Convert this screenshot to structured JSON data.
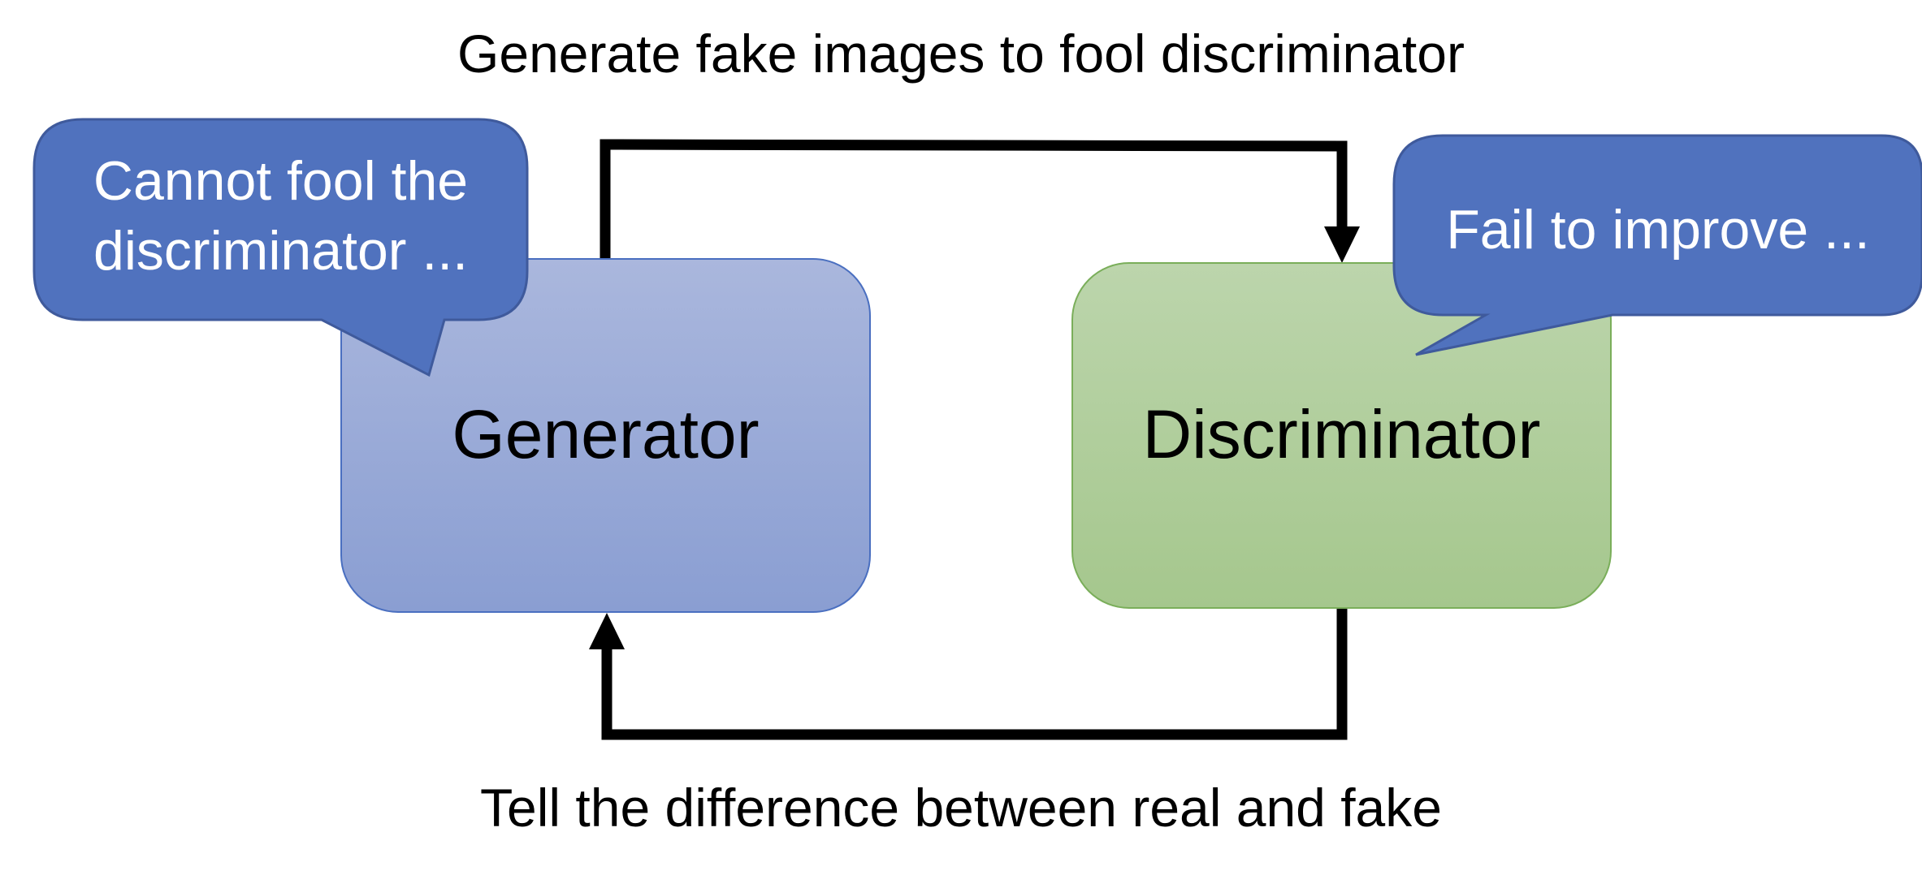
{
  "top_caption": "Generate fake images to fool discriminator",
  "bottom_caption": "Tell the difference between real and fake",
  "generator": {
    "label": "Generator"
  },
  "discriminator": {
    "label": "Discriminator"
  },
  "generator_callout": {
    "line1": "Cannot fool the",
    "line2": "discriminator ..."
  },
  "discriminator_callout": {
    "text": "Fail to improve ..."
  },
  "colors": {
    "callout_fill": "#5072BE",
    "callout_border": "#3F5A9C",
    "generator_top": "#AAB7DD",
    "generator_bottom": "#8A9ED2",
    "discriminator_top": "#BCD5AC",
    "discriminator_bottom": "#A5C78D"
  }
}
